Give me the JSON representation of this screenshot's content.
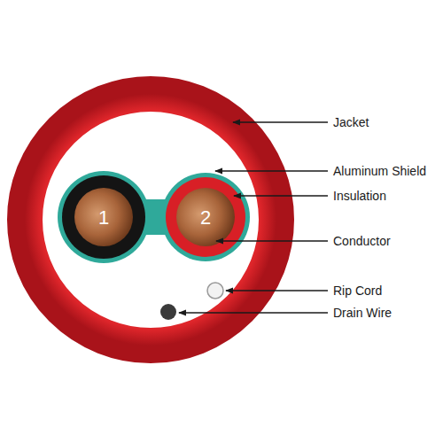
{
  "diagram": {
    "labels": [
      "1",
      "2",
      "Jacket",
      "Aluminum Shield",
      "Insulation",
      "Conductor",
      "Rip Cord",
      "Drain Wire"
    ]
  }
}
